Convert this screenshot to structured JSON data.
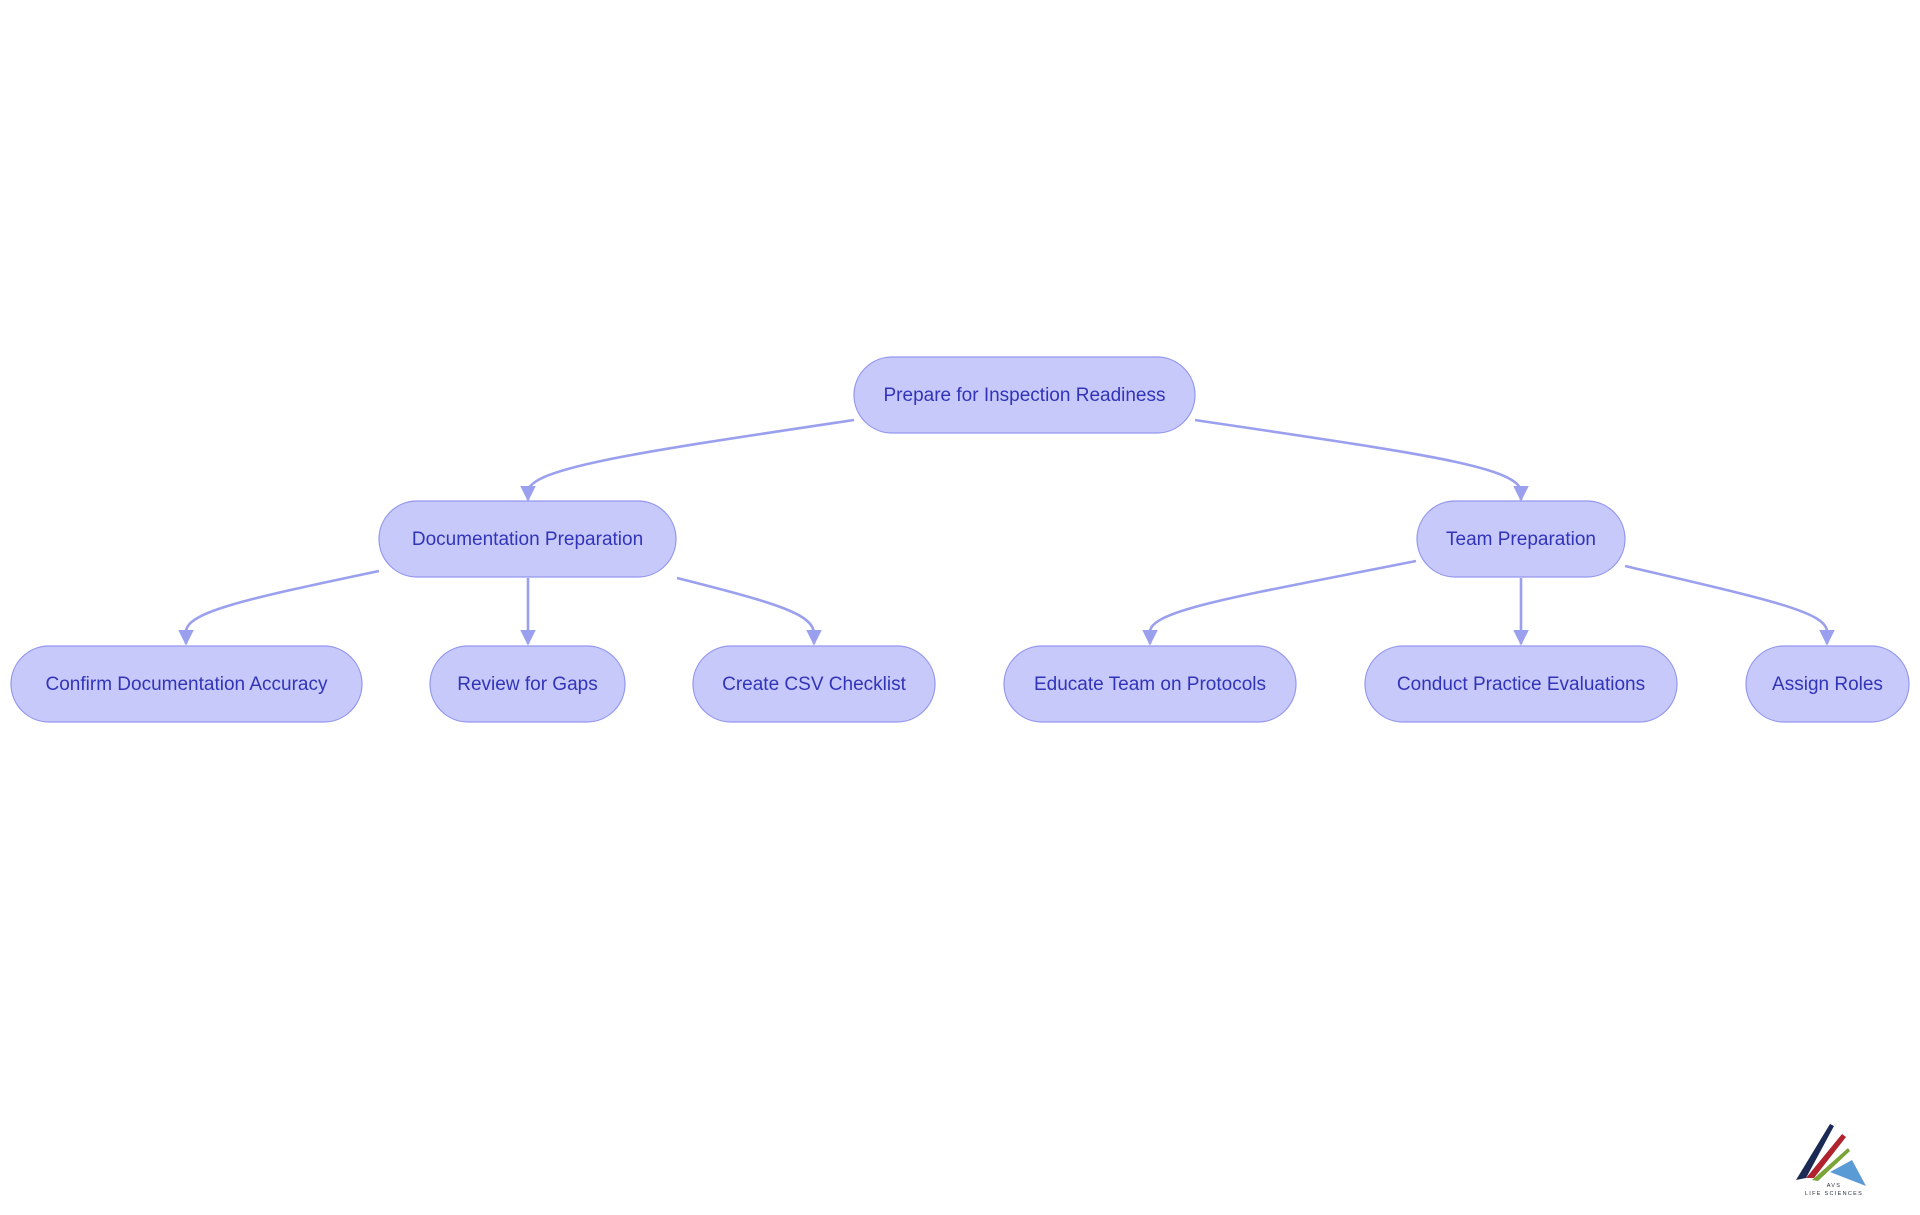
{
  "diagram": {
    "root": {
      "id": "root",
      "label": "Prepare for Inspection Readiness"
    },
    "branches": [
      {
        "id": "doc",
        "label": "Documentation Preparation",
        "children": [
          {
            "id": "doc1",
            "label": "Confirm Documentation Accuracy"
          },
          {
            "id": "doc2",
            "label": "Review for Gaps"
          },
          {
            "id": "doc3",
            "label": "Create CSV Checklist"
          }
        ]
      },
      {
        "id": "team",
        "label": "Team Preparation",
        "children": [
          {
            "id": "team1",
            "label": "Educate Team on Protocols"
          },
          {
            "id": "team2",
            "label": "Conduct Practice Evaluations"
          },
          {
            "id": "team3",
            "label": "Assign Roles"
          }
        ]
      }
    ],
    "colors": {
      "node_fill": "#c8c9fb",
      "node_stroke": "#9397ee",
      "text": "#3234b8",
      "edge": "#9aa0ee"
    }
  },
  "logo": {
    "line1": "AVS",
    "line2": "LIFE SCIENCES"
  }
}
